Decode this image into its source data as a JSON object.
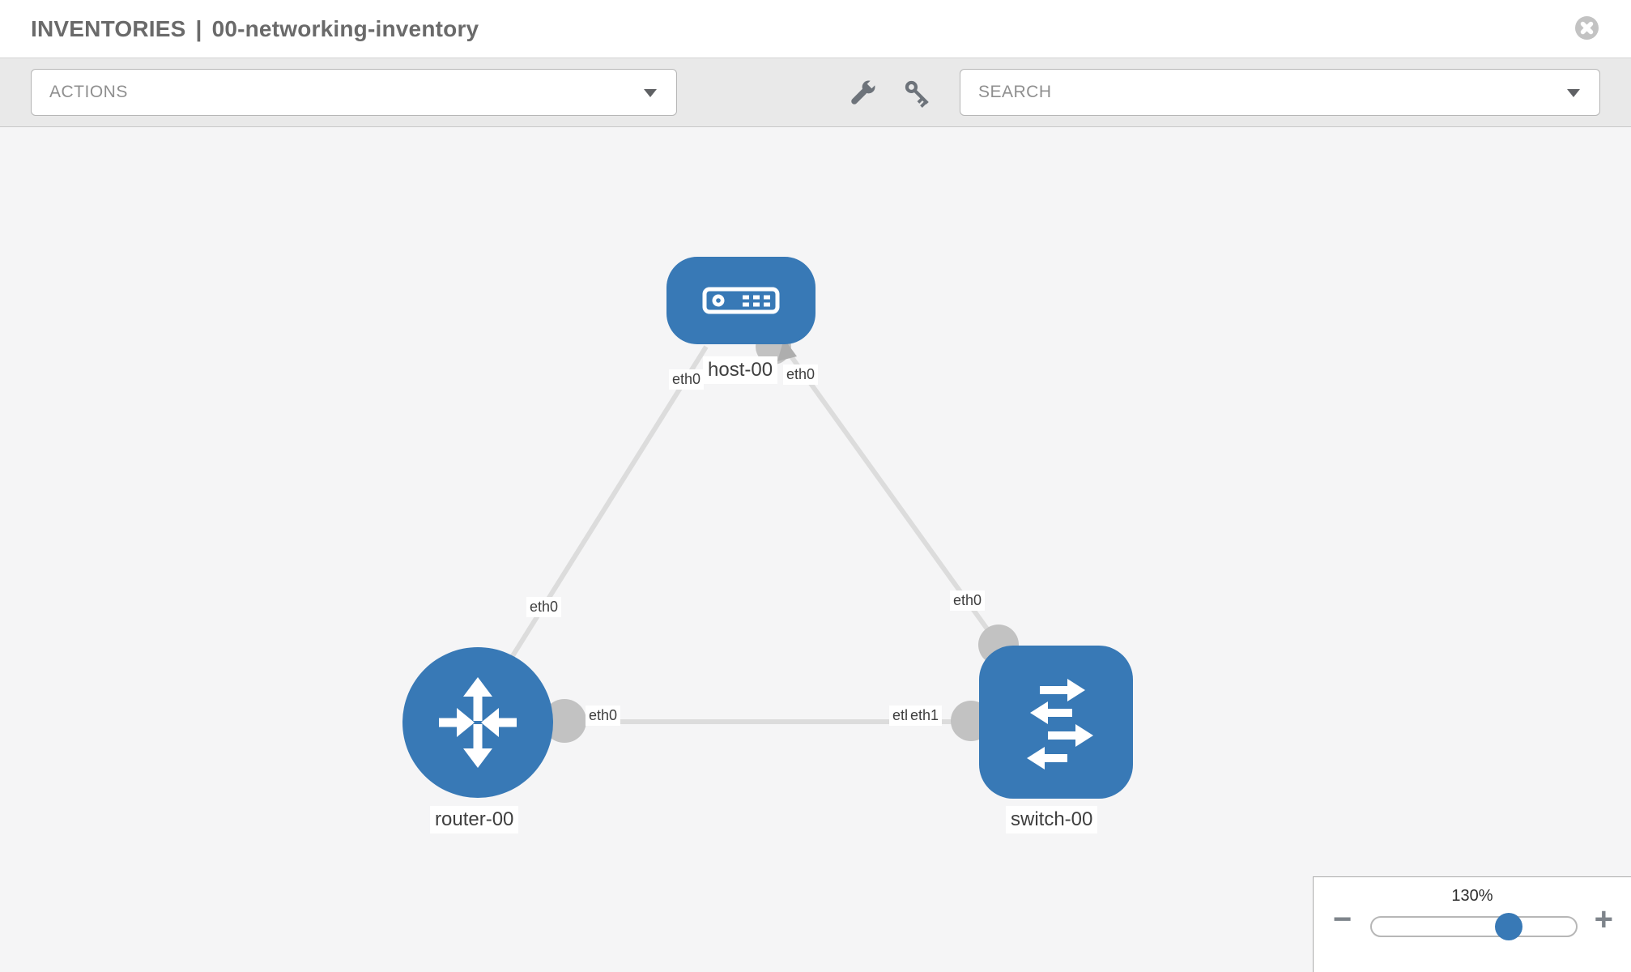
{
  "header": {
    "breadcrumb": {
      "section": "INVENTORIES",
      "separator": "|",
      "item": "00-networking-inventory"
    },
    "close_icon": "x-circle-icon"
  },
  "toolbar": {
    "actions_label": "ACTIONS",
    "search_placeholder": "SEARCH",
    "icons": [
      "wrench-icon",
      "key-icon"
    ]
  },
  "topology": {
    "nodes": [
      {
        "id": "host-00",
        "type": "host",
        "label": "host-00"
      },
      {
        "id": "router-00",
        "type": "router",
        "label": "router-00"
      },
      {
        "id": "switch-00",
        "type": "switch",
        "label": "switch-00"
      }
    ],
    "links": [
      {
        "from": "host-00",
        "from_if": "eth0",
        "to": "router-00",
        "to_if": "eth0"
      },
      {
        "from": "host-00",
        "from_if": "eth0",
        "to": "switch-00",
        "to_if": "eth0"
      },
      {
        "from": "router-00",
        "from_if": "eth0",
        "to": "switch-00",
        "to_if": "eth1",
        "to_if_underlap": "eth0"
      }
    ]
  },
  "zoom_control": {
    "level": "130%",
    "minus_glyph": "−",
    "plus_glyph": "+",
    "slider_percent": 67
  },
  "colors": {
    "node_blue": "#3879b6",
    "link_gray": "#dcdcdc",
    "connector_gray": "#c2c2c2"
  }
}
